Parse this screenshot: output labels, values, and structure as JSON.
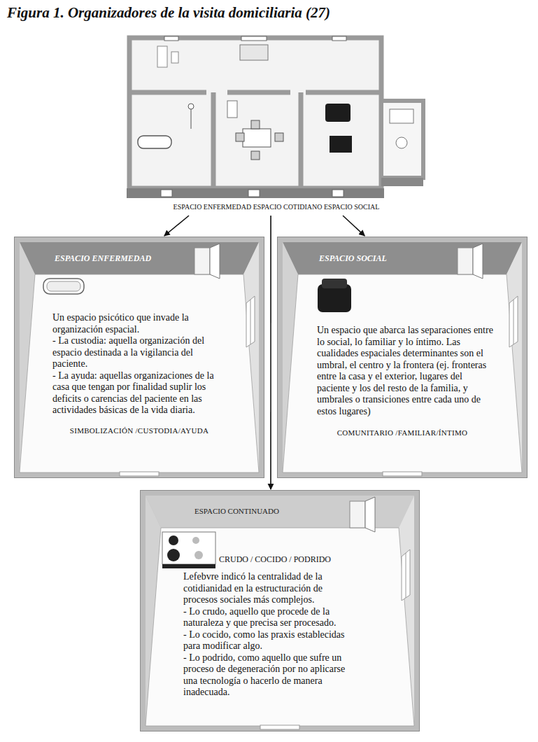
{
  "diagram": {
    "title": "Figura 1. Organizadores de la visita domiciliaria (27)",
    "nodes": [
      {
        "text": [
          "ESPACIO ENFERMEDAD ESPACIO COTIDIANO ESPACIO SOCIAL"
        ]
      },
      {
        "text": [
          "ESPACIO ENFERMEDAD",
          "Un espacio psicótico que invade la organización espacial.",
          "- La custodia: aquella organización del espacio destinada a la vigilancia del paciente.",
          "- La ayuda: aquellas organizaciones de la casa que tengan por finalidad suplir los deficits o carencias del paciente en las actividades básicas de la vida diaria.",
          "SIMBOLIZACIÓN /CUSTODIA/AYUDA"
        ]
      },
      {
        "text": [
          "ESPACIO SOCIAL",
          "Un espacio que abarca las separaciones entre lo social, lo familiar y lo íntimo. Las cualidades espaciales determinantes son el umbral, el centro y la frontera (ej. fronteras entre la casa y el exterior, lugares del paciente y los del resto de la familia, y umbrales o transiciones entre cada uno de estos lugares)",
          "COMUNITARIO /FAMILIAR/ÍNTIMO"
        ]
      },
      {
        "text": [
          "ESPACIO CONTINUADO",
          "CRUDO / COCIDO / PODRIDO",
          "Lefebvre indicó la centralidad de la cotidianidad en la estructuración de procesos sociales más complejos.",
          "- Lo crudo, aquello que procede de la naturaleza y que precisa ser procesado.",
          "- Lo cocido, como las praxis establecidas para modificar algo.",
          "- Lo podrido, como aquello que sufre un proceso de degeneración por no aplicarse una tecnología o hacerlo de manera inadecuada."
        ]
      }
    ],
    "edges": [
      {
        "from": 0,
        "to": 1,
        "arrow": "to"
      },
      {
        "from": 0,
        "to": 2,
        "arrow": "to"
      },
      {
        "from": 0,
        "to": 3,
        "arrow": "to"
      }
    ]
  }
}
